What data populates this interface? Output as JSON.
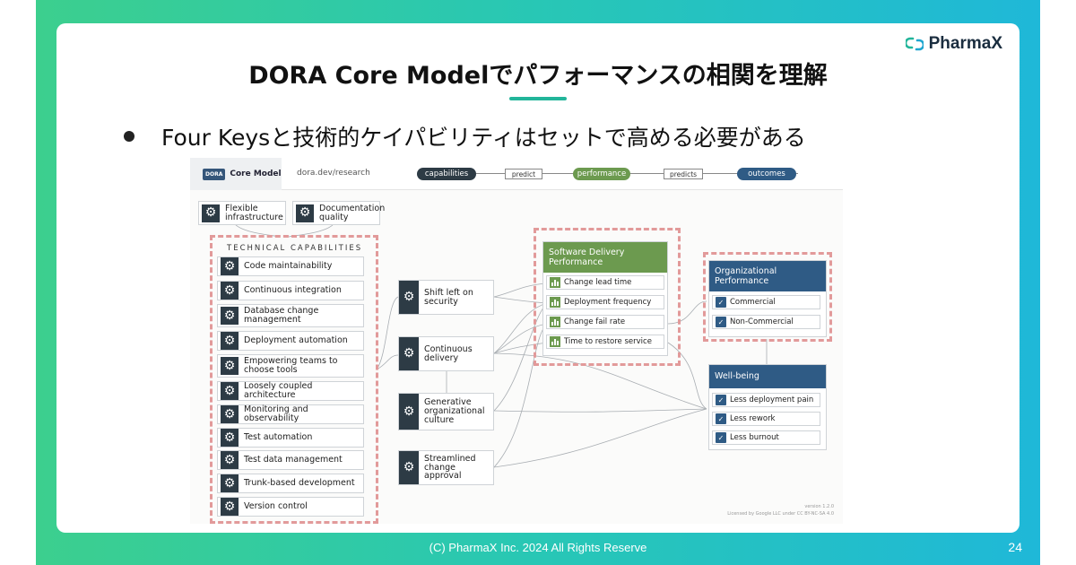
{
  "brand": {
    "name": "PharmaX",
    "accent": "#22b59a"
  },
  "slide": {
    "title": "DORA Core Modelでパフォーマンスの相関を理解",
    "bullet": "Four Keysと技術的ケイパビリティはセットで高める必要がある",
    "footer": "(C) PharmaX Inc. 2024  All Rights Reserve",
    "page_number": "24"
  },
  "diagram": {
    "tab_badge": "DORA",
    "tab_label": "Core Model",
    "url": "dora.dev/research",
    "flow": {
      "capabilities": "capabilities",
      "predict": "predict",
      "performance": "performance",
      "predicts": "predicts",
      "outcomes": "outcomes"
    },
    "top_capabilities": [
      "Flexible infrastructure",
      "Documentation quality"
    ],
    "technical_capabilities_title": "TECHNICAL CAPABILITIES",
    "technical_capabilities": [
      "Code maintainability",
      "Continuous integration",
      "Database change management",
      "Deployment automation",
      "Empowering teams to choose tools",
      "Loosely coupled architecture",
      "Monitoring and observability",
      "Test automation",
      "Test data management",
      "Trunk-based development",
      "Version control"
    ],
    "middle_capabilities": [
      "Shift left on security",
      "Continuous delivery",
      "Generative organizational culture",
      "Streamlined change approval"
    ],
    "software_delivery": {
      "title": "Software Delivery Performance",
      "metrics": [
        "Change lead time",
        "Deployment frequency",
        "Change fail rate",
        "Time to restore service"
      ]
    },
    "organizational": {
      "title": "Organizational Performance",
      "items": [
        "Commercial",
        "Non-Commercial"
      ]
    },
    "wellbeing": {
      "title": "Well-being",
      "items": [
        "Less deployment pain",
        "Less rework",
        "Less burnout"
      ]
    },
    "version": "version 1.2.0",
    "license": "Licensed by Google LLC under CC BY-NC-SA 4.0"
  },
  "colors": {
    "capability_pill": "#2d3b45",
    "performance_pill": "#6c9a4f",
    "outcome_pill": "#2f5b85",
    "dashed_highlight": "#e29a9a"
  }
}
